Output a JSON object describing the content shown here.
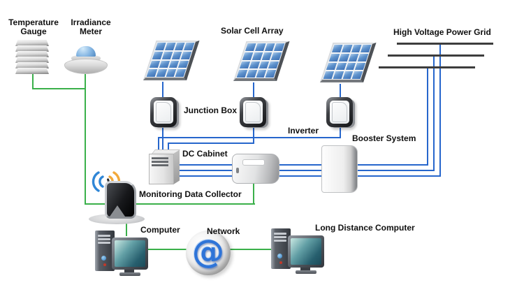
{
  "diagram": {
    "background": "#ffffff",
    "colors": {
      "dc_wire": "#2666cc",
      "comm_wire": "#3ab04a",
      "grid_bar": "#3d3d3d",
      "panel_cell": "#4a7fc4"
    },
    "nodes": {
      "temperature_gauge": {
        "label_line1": "Temperature",
        "label_line2": "Gauge"
      },
      "irradiance_meter": {
        "label_line1": "Irradiance",
        "label_line2": "Meter"
      },
      "solar_cell_array": {
        "label": "Solar Cell Array"
      },
      "junction_box": {
        "label": "Junction Box"
      },
      "inverter": {
        "label": "Inverter"
      },
      "dc_cabinet": {
        "label": "DC Cabinet"
      },
      "booster_system": {
        "label": "Booster System"
      },
      "high_voltage_power_grid": {
        "label": "High Voltage Power Grid"
      },
      "monitoring_data_collector": {
        "label": "Monitoring Data Collector"
      },
      "computer": {
        "label": "Computer"
      },
      "network": {
        "label": "Network",
        "symbol": "@"
      },
      "long_distance_computer": {
        "label": "Long Distance Computer"
      }
    },
    "connections": [
      {
        "from": "temperature_gauge",
        "to": "monitoring_data_collector",
        "type": "comm"
      },
      {
        "from": "irradiance_meter",
        "to": "monitoring_data_collector",
        "type": "comm"
      },
      {
        "from": "solar_cell_array_1",
        "to": "junction_box_1",
        "type": "dc"
      },
      {
        "from": "solar_cell_array_2",
        "to": "junction_box_2",
        "type": "dc"
      },
      {
        "from": "solar_cell_array_3",
        "to": "junction_box_3",
        "type": "dc"
      },
      {
        "from": "junction_box_1",
        "to": "dc_cabinet",
        "type": "dc"
      },
      {
        "from": "junction_box_2",
        "to": "dc_cabinet",
        "type": "dc"
      },
      {
        "from": "junction_box_3",
        "to": "dc_cabinet",
        "type": "dc"
      },
      {
        "from": "dc_cabinet",
        "to": "inverter",
        "type": "dc"
      },
      {
        "from": "inverter",
        "to": "booster_system",
        "type": "dc"
      },
      {
        "from": "booster_system",
        "to": "high_voltage_power_grid",
        "type": "dc"
      },
      {
        "from": "inverter",
        "to": "monitoring_data_collector",
        "type": "comm"
      },
      {
        "from": "monitoring_data_collector",
        "to": "computer",
        "type": "comm"
      },
      {
        "from": "computer",
        "to": "network",
        "type": "comm"
      },
      {
        "from": "network",
        "to": "long_distance_computer",
        "type": "comm"
      }
    ]
  }
}
